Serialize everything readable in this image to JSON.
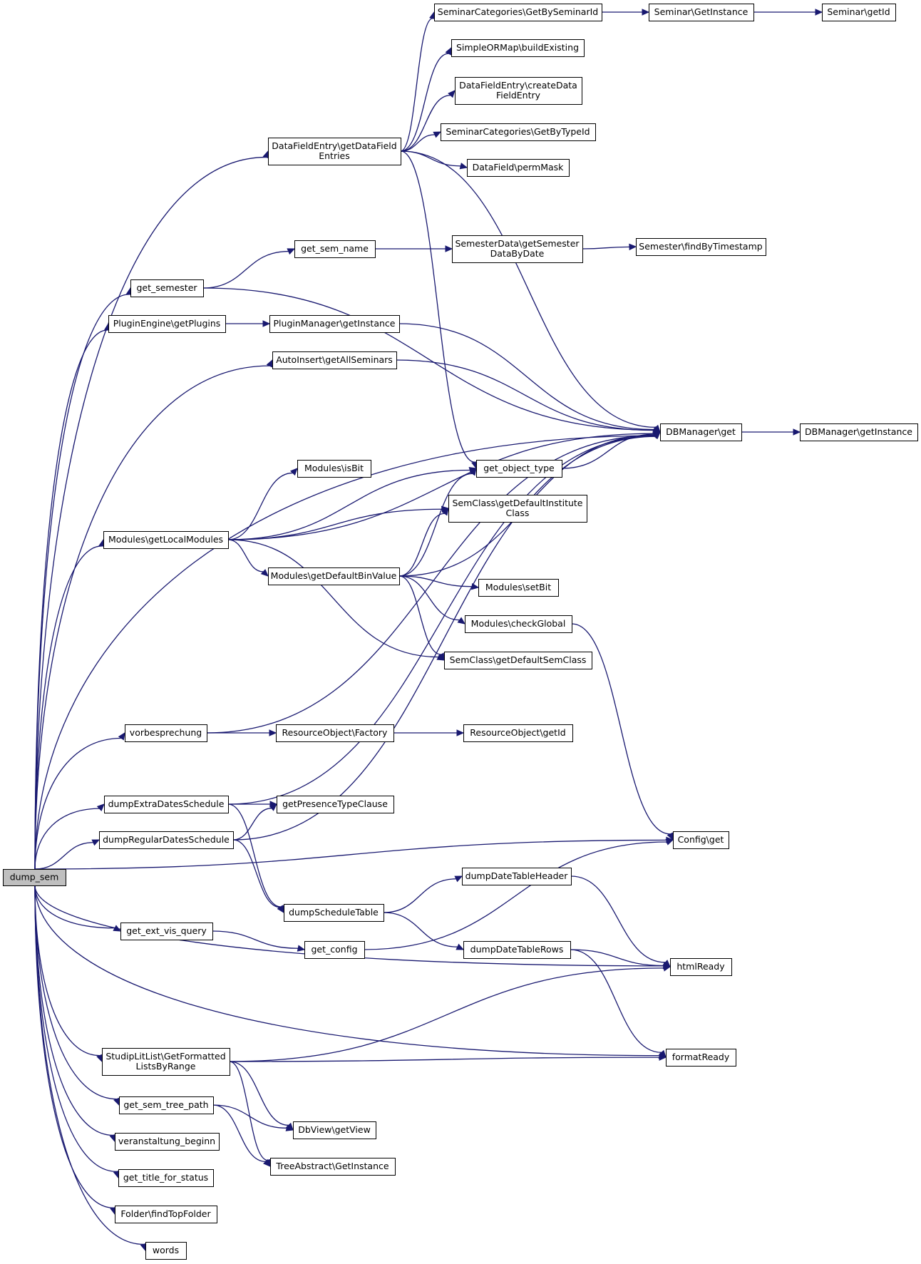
{
  "colors": {
    "edge": "#191970",
    "node_border": "#000000",
    "root_fill": "#bfbfbf",
    "node_fill": "#ffffff"
  },
  "nodes": [
    {
      "id": "dump_sem",
      "lines": [
        "dump_sem"
      ],
      "root": true
    },
    {
      "id": "SeminarCategoriesGetBySeminarId",
      "lines": [
        "SeminarCategories\\GetBySeminarId"
      ]
    },
    {
      "id": "SeminarGetInstance",
      "lines": [
        "Seminar\\GetInstance"
      ]
    },
    {
      "id": "SeminarGetId",
      "lines": [
        "Seminar\\getId"
      ]
    },
    {
      "id": "SimpleORMapBuildExisting",
      "lines": [
        "SimpleORMap\\buildExisting"
      ]
    },
    {
      "id": "DataFieldEntryCreateDataFieldEntry",
      "lines": [
        "DataFieldEntry\\createData",
        "FieldEntry"
      ]
    },
    {
      "id": "SeminarCategoriesGetByTypeId",
      "lines": [
        "SeminarCategories\\GetByTypeId"
      ]
    },
    {
      "id": "DataFieldEntryGetDataFieldEntries",
      "lines": [
        "DataFieldEntry\\getDataField",
        "Entries"
      ]
    },
    {
      "id": "DataFieldPermMask",
      "lines": [
        "DataField\\permMask"
      ]
    },
    {
      "id": "get_sem_name",
      "lines": [
        "get_sem_name"
      ]
    },
    {
      "id": "SemesterDataGetSemesterDataByDate",
      "lines": [
        "SemesterData\\getSemester",
        "DataByDate"
      ]
    },
    {
      "id": "SemesterFindByTimestamp",
      "lines": [
        "Semester\\findByTimestamp"
      ]
    },
    {
      "id": "get_semester",
      "lines": [
        "get_semester"
      ]
    },
    {
      "id": "PluginEngineGetPlugins",
      "lines": [
        "PluginEngine\\getPlugins"
      ]
    },
    {
      "id": "PluginManagerGetInstance",
      "lines": [
        "PluginManager\\getInstance"
      ]
    },
    {
      "id": "AutoInsertGetAllSeminars",
      "lines": [
        "AutoInsert\\getAllSeminars"
      ]
    },
    {
      "id": "DBManagerGet",
      "lines": [
        "DBManager\\get"
      ]
    },
    {
      "id": "DBManagerGetInstance",
      "lines": [
        "DBManager\\getInstance"
      ]
    },
    {
      "id": "ModulesIsBit",
      "lines": [
        "Modules\\isBit"
      ]
    },
    {
      "id": "get_object_type",
      "lines": [
        "get_object_type"
      ]
    },
    {
      "id": "SemClassGetDefaultInstituteClass",
      "lines": [
        "SemClass\\getDefaultInstitute",
        "Class"
      ]
    },
    {
      "id": "ModulesGetLocalModules",
      "lines": [
        "Modules\\getLocalModules"
      ]
    },
    {
      "id": "ModulesGetDefaultBinValue",
      "lines": [
        "Modules\\getDefaultBinValue"
      ]
    },
    {
      "id": "ModulesSetBit",
      "lines": [
        "Modules\\setBit"
      ]
    },
    {
      "id": "ModulesCheckGlobal",
      "lines": [
        "Modules\\checkGlobal"
      ]
    },
    {
      "id": "SemClassGetDefaultSemClass",
      "lines": [
        "SemClass\\getDefaultSemClass"
      ]
    },
    {
      "id": "vorbesprechung",
      "lines": [
        "vorbesprechung"
      ]
    },
    {
      "id": "ResourceObjectFactory",
      "lines": [
        "ResourceObject\\Factory"
      ]
    },
    {
      "id": "ResourceObjectGetId",
      "lines": [
        "ResourceObject\\getId"
      ]
    },
    {
      "id": "dumpExtraDatesSchedule",
      "lines": [
        "dumpExtraDatesSchedule"
      ]
    },
    {
      "id": "getPresenceTypeClause",
      "lines": [
        "getPresenceTypeClause"
      ]
    },
    {
      "id": "dumpRegularDatesSchedule",
      "lines": [
        "dumpRegularDatesSchedule"
      ]
    },
    {
      "id": "ConfigGet",
      "lines": [
        "Config\\get"
      ]
    },
    {
      "id": "dumpDateTableHeader",
      "lines": [
        "dumpDateTableHeader"
      ]
    },
    {
      "id": "dumpScheduleTable",
      "lines": [
        "dumpScheduleTable"
      ]
    },
    {
      "id": "get_ext_vis_query",
      "lines": [
        "get_ext_vis_query"
      ]
    },
    {
      "id": "get_config",
      "lines": [
        "get_config"
      ]
    },
    {
      "id": "dumpDateTableRows",
      "lines": [
        "dumpDateTableRows"
      ]
    },
    {
      "id": "htmlReady",
      "lines": [
        "htmlReady"
      ]
    },
    {
      "id": "StudipLitListGetFormattedListsByRange",
      "lines": [
        "StudipLitList\\GetFormatted",
        "ListsByRange"
      ]
    },
    {
      "id": "formatReady",
      "lines": [
        "formatReady"
      ]
    },
    {
      "id": "get_sem_tree_path",
      "lines": [
        "get_sem_tree_path"
      ]
    },
    {
      "id": "DbViewGetView",
      "lines": [
        "DbView\\getView"
      ]
    },
    {
      "id": "veranstaltung_beginn",
      "lines": [
        "veranstaltung_beginn"
      ]
    },
    {
      "id": "TreeAbstractGetInstance",
      "lines": [
        "TreeAbstract\\GetInstance"
      ]
    },
    {
      "id": "get_title_for_status",
      "lines": [
        "get_title_for_status"
      ]
    },
    {
      "id": "FolderFindTopFolder",
      "lines": [
        "Folder\\findTopFolder"
      ]
    },
    {
      "id": "words",
      "lines": [
        "words"
      ]
    }
  ],
  "edges": [
    [
      "dump_sem",
      "DataFieldEntryGetDataFieldEntries"
    ],
    [
      "dump_sem",
      "get_semester"
    ],
    [
      "dump_sem",
      "PluginEngineGetPlugins"
    ],
    [
      "dump_sem",
      "AutoInsertGetAllSeminars"
    ],
    [
      "dump_sem",
      "DBManagerGet"
    ],
    [
      "dump_sem",
      "ModulesGetLocalModules"
    ],
    [
      "dump_sem",
      "vorbesprechung"
    ],
    [
      "dump_sem",
      "dumpExtraDatesSchedule"
    ],
    [
      "dump_sem",
      "dumpRegularDatesSchedule"
    ],
    [
      "dump_sem",
      "ConfigGet"
    ],
    [
      "dump_sem",
      "get_ext_vis_query"
    ],
    [
      "dump_sem",
      "htmlReady"
    ],
    [
      "dump_sem",
      "formatReady"
    ],
    [
      "dump_sem",
      "StudipLitListGetFormattedListsByRange"
    ],
    [
      "dump_sem",
      "get_sem_tree_path"
    ],
    [
      "dump_sem",
      "veranstaltung_beginn"
    ],
    [
      "dump_sem",
      "get_title_for_status"
    ],
    [
      "dump_sem",
      "FolderFindTopFolder"
    ],
    [
      "dump_sem",
      "words"
    ],
    [
      "SeminarCategoriesGetBySeminarId",
      "SeminarGetInstance"
    ],
    [
      "SeminarGetInstance",
      "SeminarGetId"
    ],
    [
      "DataFieldEntryGetDataFieldEntries",
      "SeminarCategoriesGetBySeminarId"
    ],
    [
      "DataFieldEntryGetDataFieldEntries",
      "SimpleORMapBuildExisting"
    ],
    [
      "DataFieldEntryGetDataFieldEntries",
      "DataFieldEntryCreateDataFieldEntry"
    ],
    [
      "DataFieldEntryGetDataFieldEntries",
      "SeminarCategoriesGetByTypeId"
    ],
    [
      "DataFieldEntryGetDataFieldEntries",
      "DataFieldPermMask"
    ],
    [
      "DataFieldEntryGetDataFieldEntries",
      "DBManagerGet"
    ],
    [
      "DataFieldEntryGetDataFieldEntries",
      "get_object_type"
    ],
    [
      "get_semester",
      "get_sem_name"
    ],
    [
      "get_semester",
      "DBManagerGet"
    ],
    [
      "get_sem_name",
      "SemesterDataGetSemesterDataByDate"
    ],
    [
      "SemesterDataGetSemesterDataByDate",
      "SemesterFindByTimestamp"
    ],
    [
      "PluginEngineGetPlugins",
      "PluginManagerGetInstance"
    ],
    [
      "PluginManagerGetInstance",
      "DBManagerGet"
    ],
    [
      "AutoInsertGetAllSeminars",
      "DBManagerGet"
    ],
    [
      "DBManagerGet",
      "DBManagerGetInstance"
    ],
    [
      "get_object_type",
      "DBManagerGet"
    ],
    [
      "ModulesGetLocalModules",
      "DBManagerGet"
    ],
    [
      "ModulesGetLocalModules",
      "ModulesIsBit"
    ],
    [
      "ModulesGetLocalModules",
      "get_object_type"
    ],
    [
      "ModulesGetLocalModules",
      "SemClassGetDefaultInstituteClass"
    ],
    [
      "ModulesGetLocalModules",
      "ModulesGetDefaultBinValue"
    ],
    [
      "ModulesGetLocalModules",
      "SemClassGetDefaultSemClass"
    ],
    [
      "ModulesGetDefaultBinValue",
      "get_object_type"
    ],
    [
      "ModulesGetDefaultBinValue",
      "SemClassGetDefaultInstituteClass"
    ],
    [
      "ModulesGetDefaultBinValue",
      "DBManagerGet"
    ],
    [
      "ModulesGetDefaultBinValue",
      "ModulesSetBit"
    ],
    [
      "ModulesGetDefaultBinValue",
      "ModulesCheckGlobal"
    ],
    [
      "ModulesGetDefaultBinValue",
      "SemClassGetDefaultSemClass"
    ],
    [
      "ModulesCheckGlobal",
      "ConfigGet"
    ],
    [
      "vorbesprechung",
      "DBManagerGet"
    ],
    [
      "vorbesprechung",
      "ResourceObjectFactory"
    ],
    [
      "ResourceObjectFactory",
      "ResourceObjectGetId"
    ],
    [
      "dumpExtraDatesSchedule",
      "DBManagerGet"
    ],
    [
      "dumpExtraDatesSchedule",
      "getPresenceTypeClause"
    ],
    [
      "dumpExtraDatesSchedule",
      "dumpScheduleTable"
    ],
    [
      "dumpRegularDatesSchedule",
      "getPresenceTypeClause"
    ],
    [
      "dumpRegularDatesSchedule",
      "DBManagerGet"
    ],
    [
      "dumpRegularDatesSchedule",
      "dumpScheduleTable"
    ],
    [
      "dumpScheduleTable",
      "dumpDateTableHeader"
    ],
    [
      "dumpScheduleTable",
      "dumpDateTableRows"
    ],
    [
      "dumpDateTableHeader",
      "htmlReady"
    ],
    [
      "dumpDateTableRows",
      "htmlReady"
    ],
    [
      "dumpDateTableRows",
      "formatReady"
    ],
    [
      "get_ext_vis_query",
      "get_config"
    ],
    [
      "get_config",
      "ConfigGet"
    ],
    [
      "StudipLitListGetFormattedListsByRange",
      "htmlReady"
    ],
    [
      "StudipLitListGetFormattedListsByRange",
      "formatReady"
    ],
    [
      "StudipLitListGetFormattedListsByRange",
      "DbViewGetView"
    ],
    [
      "StudipLitListGetFormattedListsByRange",
      "TreeAbstractGetInstance"
    ],
    [
      "get_sem_tree_path",
      "DbViewGetView"
    ],
    [
      "get_sem_tree_path",
      "TreeAbstractGetInstance"
    ]
  ]
}
